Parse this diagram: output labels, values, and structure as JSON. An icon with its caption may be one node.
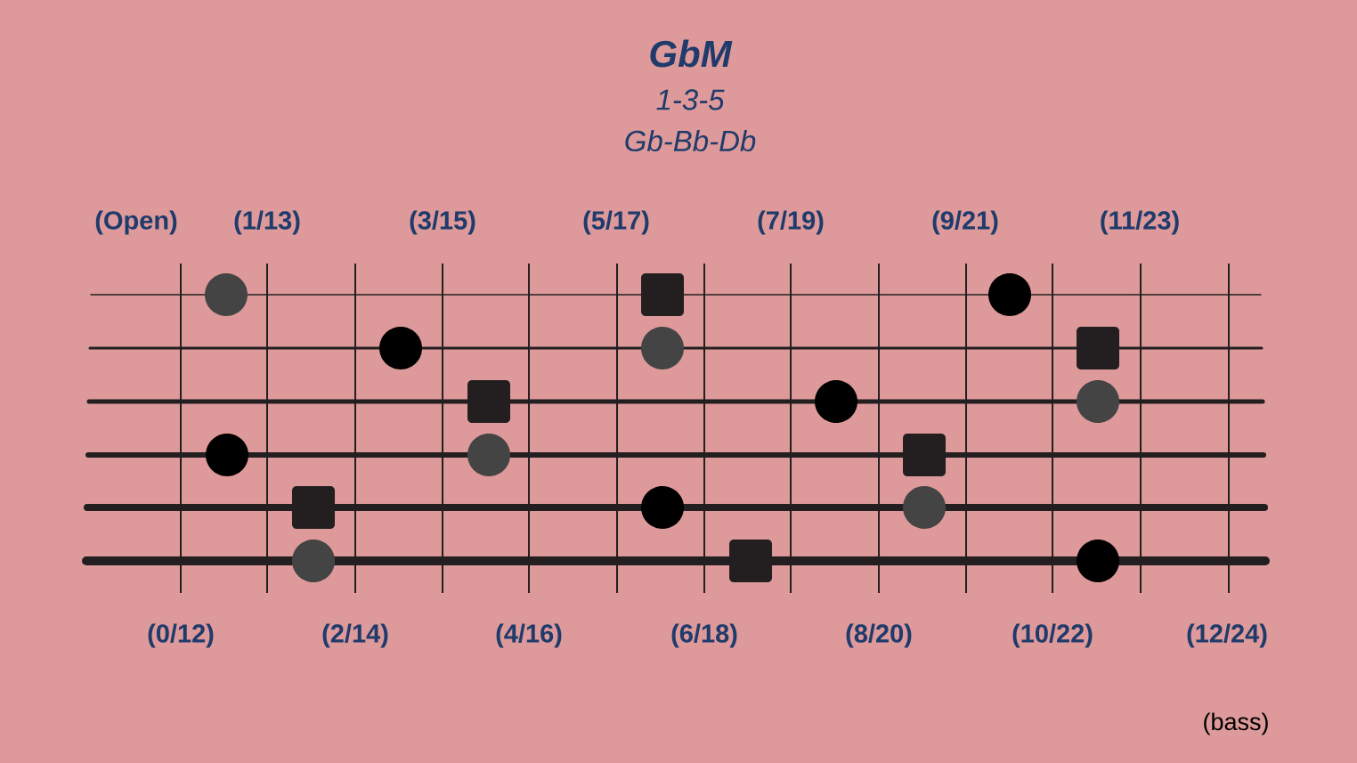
{
  "diagram": {
    "title": "GbM",
    "nodes": [
      {
        "text": [],
        "shape": "circle"
      },
      {
        "text": [],
        "shape": "box"
      },
      {
        "text": [],
        "shape": "circle"
      },
      {
        "text": [],
        "shape": "circle"
      },
      {
        "text": [],
        "shape": "circle"
      },
      {
        "text": [],
        "shape": "box"
      },
      {
        "text": [],
        "shape": "box"
      },
      {
        "text": [],
        "shape": "circle"
      },
      {
        "text": [],
        "shape": "circle"
      },
      {
        "text": [],
        "shape": "circle"
      },
      {
        "text": [],
        "shape": "circle"
      },
      {
        "text": [],
        "shape": "box"
      },
      {
        "text": [],
        "shape": "box"
      },
      {
        "text": [],
        "shape": "circle"
      },
      {
        "text": [],
        "shape": "circle"
      },
      {
        "text": [],
        "shape": "circle"
      },
      {
        "text": [],
        "shape": "box"
      },
      {
        "text": [],
        "shape": "circle"
      }
    ],
    "labels": [
      "1-3-5",
      "Gb-Bb-Db",
      "(Open)",
      "(1/13)",
      "(3/15)",
      "(5/17)",
      "(7/19)",
      "(9/21)",
      "(11/23)",
      "(0/12)",
      "(2/14)",
      "(4/16)",
      "(6/18)",
      "(8/20)",
      "(10/22)",
      "(12/24)",
      "(bass)"
    ]
  }
}
